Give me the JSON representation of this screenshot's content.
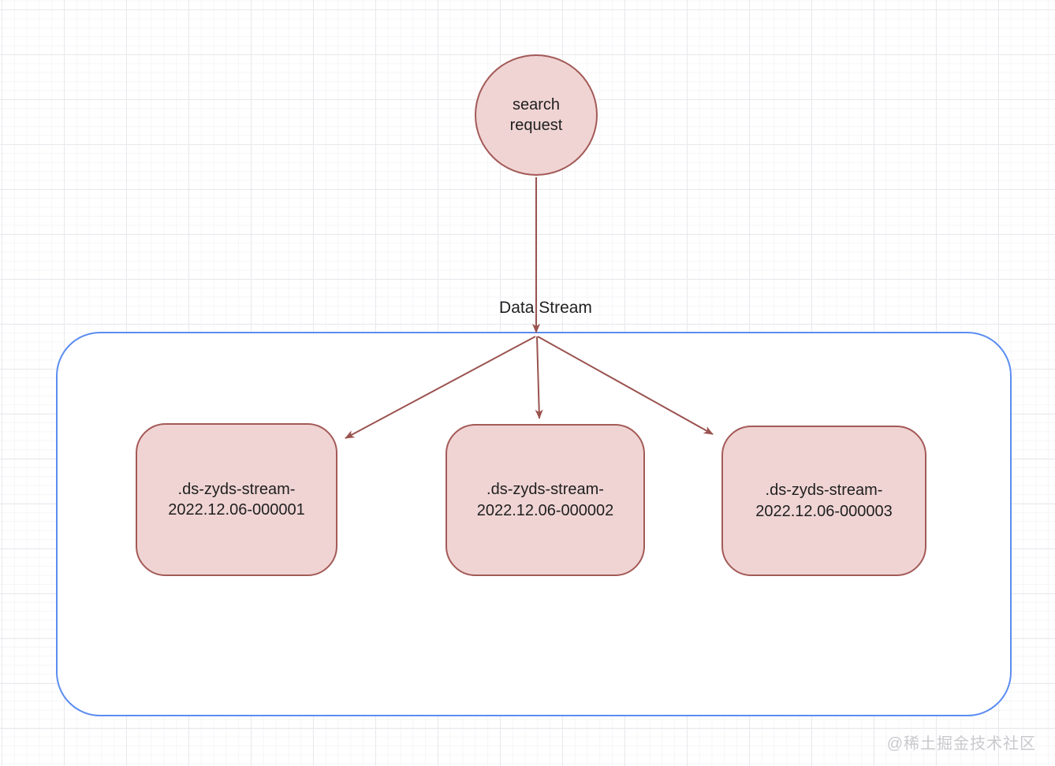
{
  "diagram": {
    "source_node": {
      "label": "search request"
    },
    "edge_label": "Data Stream",
    "container_nodes": [
      {
        "label": ".ds-zyds-stream-2022.12.06-000001"
      },
      {
        "label": ".ds-zyds-stream-2022.12.06-000002"
      },
      {
        "label": ".ds-zyds-stream-2022.12.06-000003"
      }
    ]
  },
  "watermark": "@稀土掘金技术社区",
  "colors": {
    "node_fill": "#f0d4d4",
    "node_border": "#a35a57",
    "arrow": "#9a534f",
    "container_border": "#5b8df0",
    "text": "#1f1f1f",
    "watermark_text": "#c9c9cd"
  }
}
